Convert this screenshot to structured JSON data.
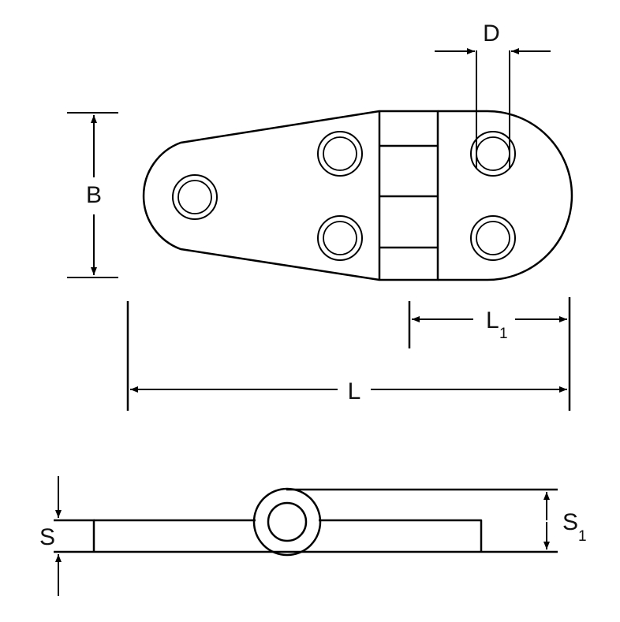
{
  "dimensions": {
    "width_label": "B",
    "hole_label": "D",
    "length_label": "L",
    "leaf_length_label": "L",
    "leaf_length_subscript": "1",
    "thickness_label": "S",
    "knuckle_thickness_label": "S",
    "knuckle_thickness_subscript": "1"
  },
  "colors": {
    "line": "#000000",
    "background": "#ffffff"
  }
}
